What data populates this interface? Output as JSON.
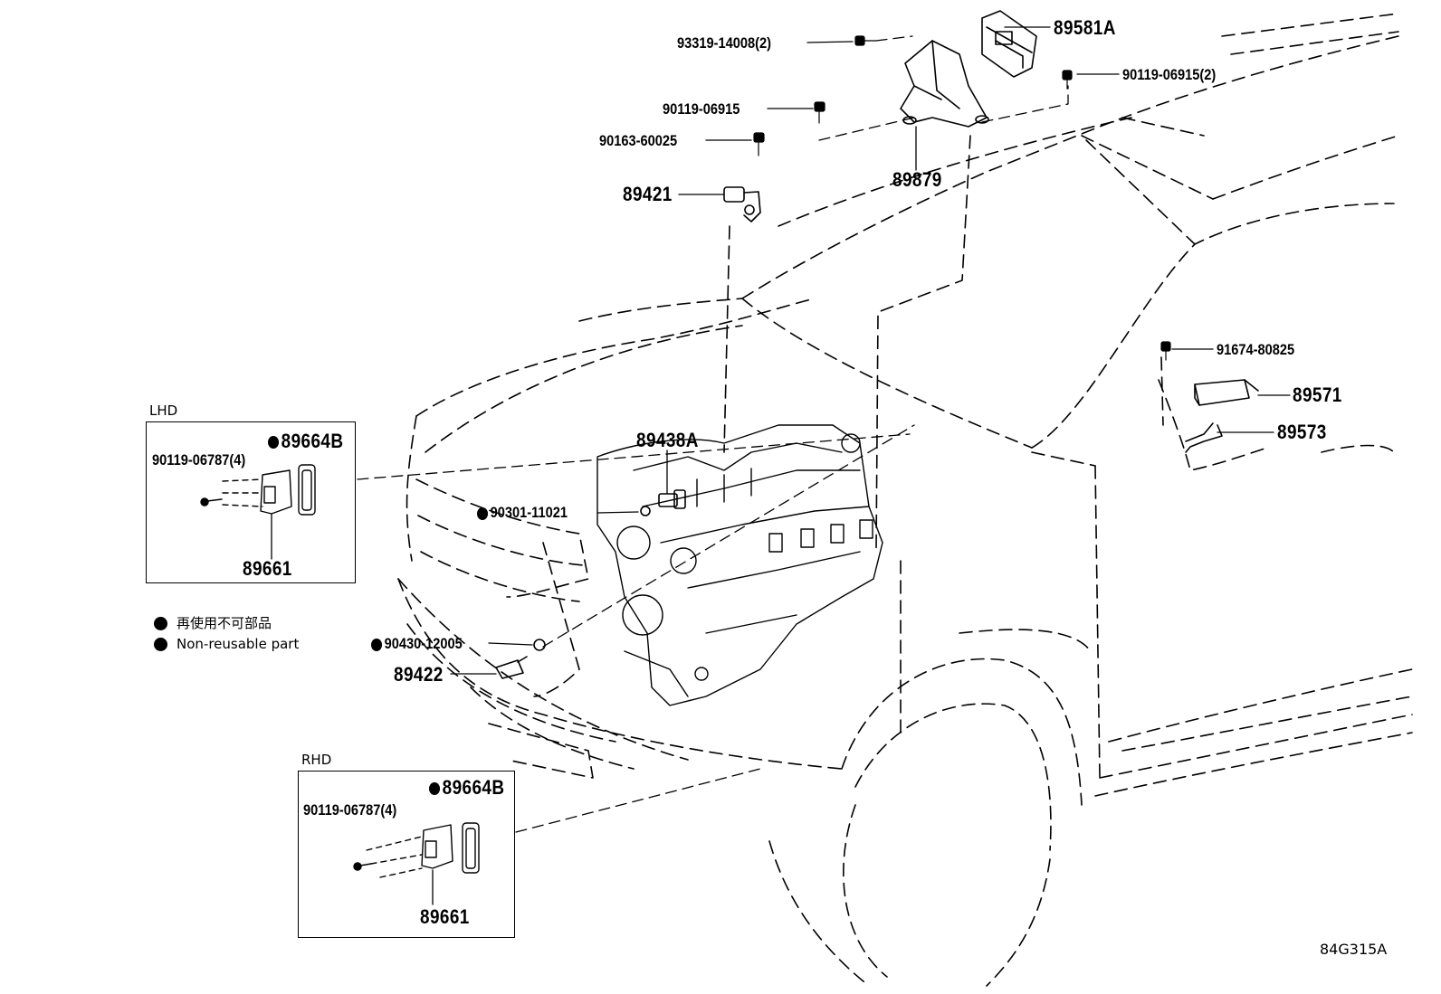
{
  "diagram": {
    "code": "84G315A",
    "parts": {
      "p93319": "93319-14008(2)",
      "p89581A": "89581A",
      "p90119_06915_2": "90119-06915(2)",
      "p90119_06915": "90119-06915",
      "p90163": "90163-60025",
      "p89879": "89879",
      "p89421": "89421",
      "p91674": "91674-80825",
      "p89571": "89571",
      "p89573": "89573",
      "p89438A": "89438A",
      "p90301": "90301-11021",
      "p90430": "90430-12005",
      "p89422": "89422"
    },
    "lhd": {
      "title": "LHD",
      "bolt": "90119-06787(4)",
      "gasket": "89664B",
      "sensor": "89661"
    },
    "rhd": {
      "title": "RHD",
      "bolt": "90119-06787(4)",
      "gasket": "89664B",
      "sensor": "89661"
    },
    "legend": {
      "jp": "再使用不可部品",
      "en": "Non-reusable part"
    }
  }
}
